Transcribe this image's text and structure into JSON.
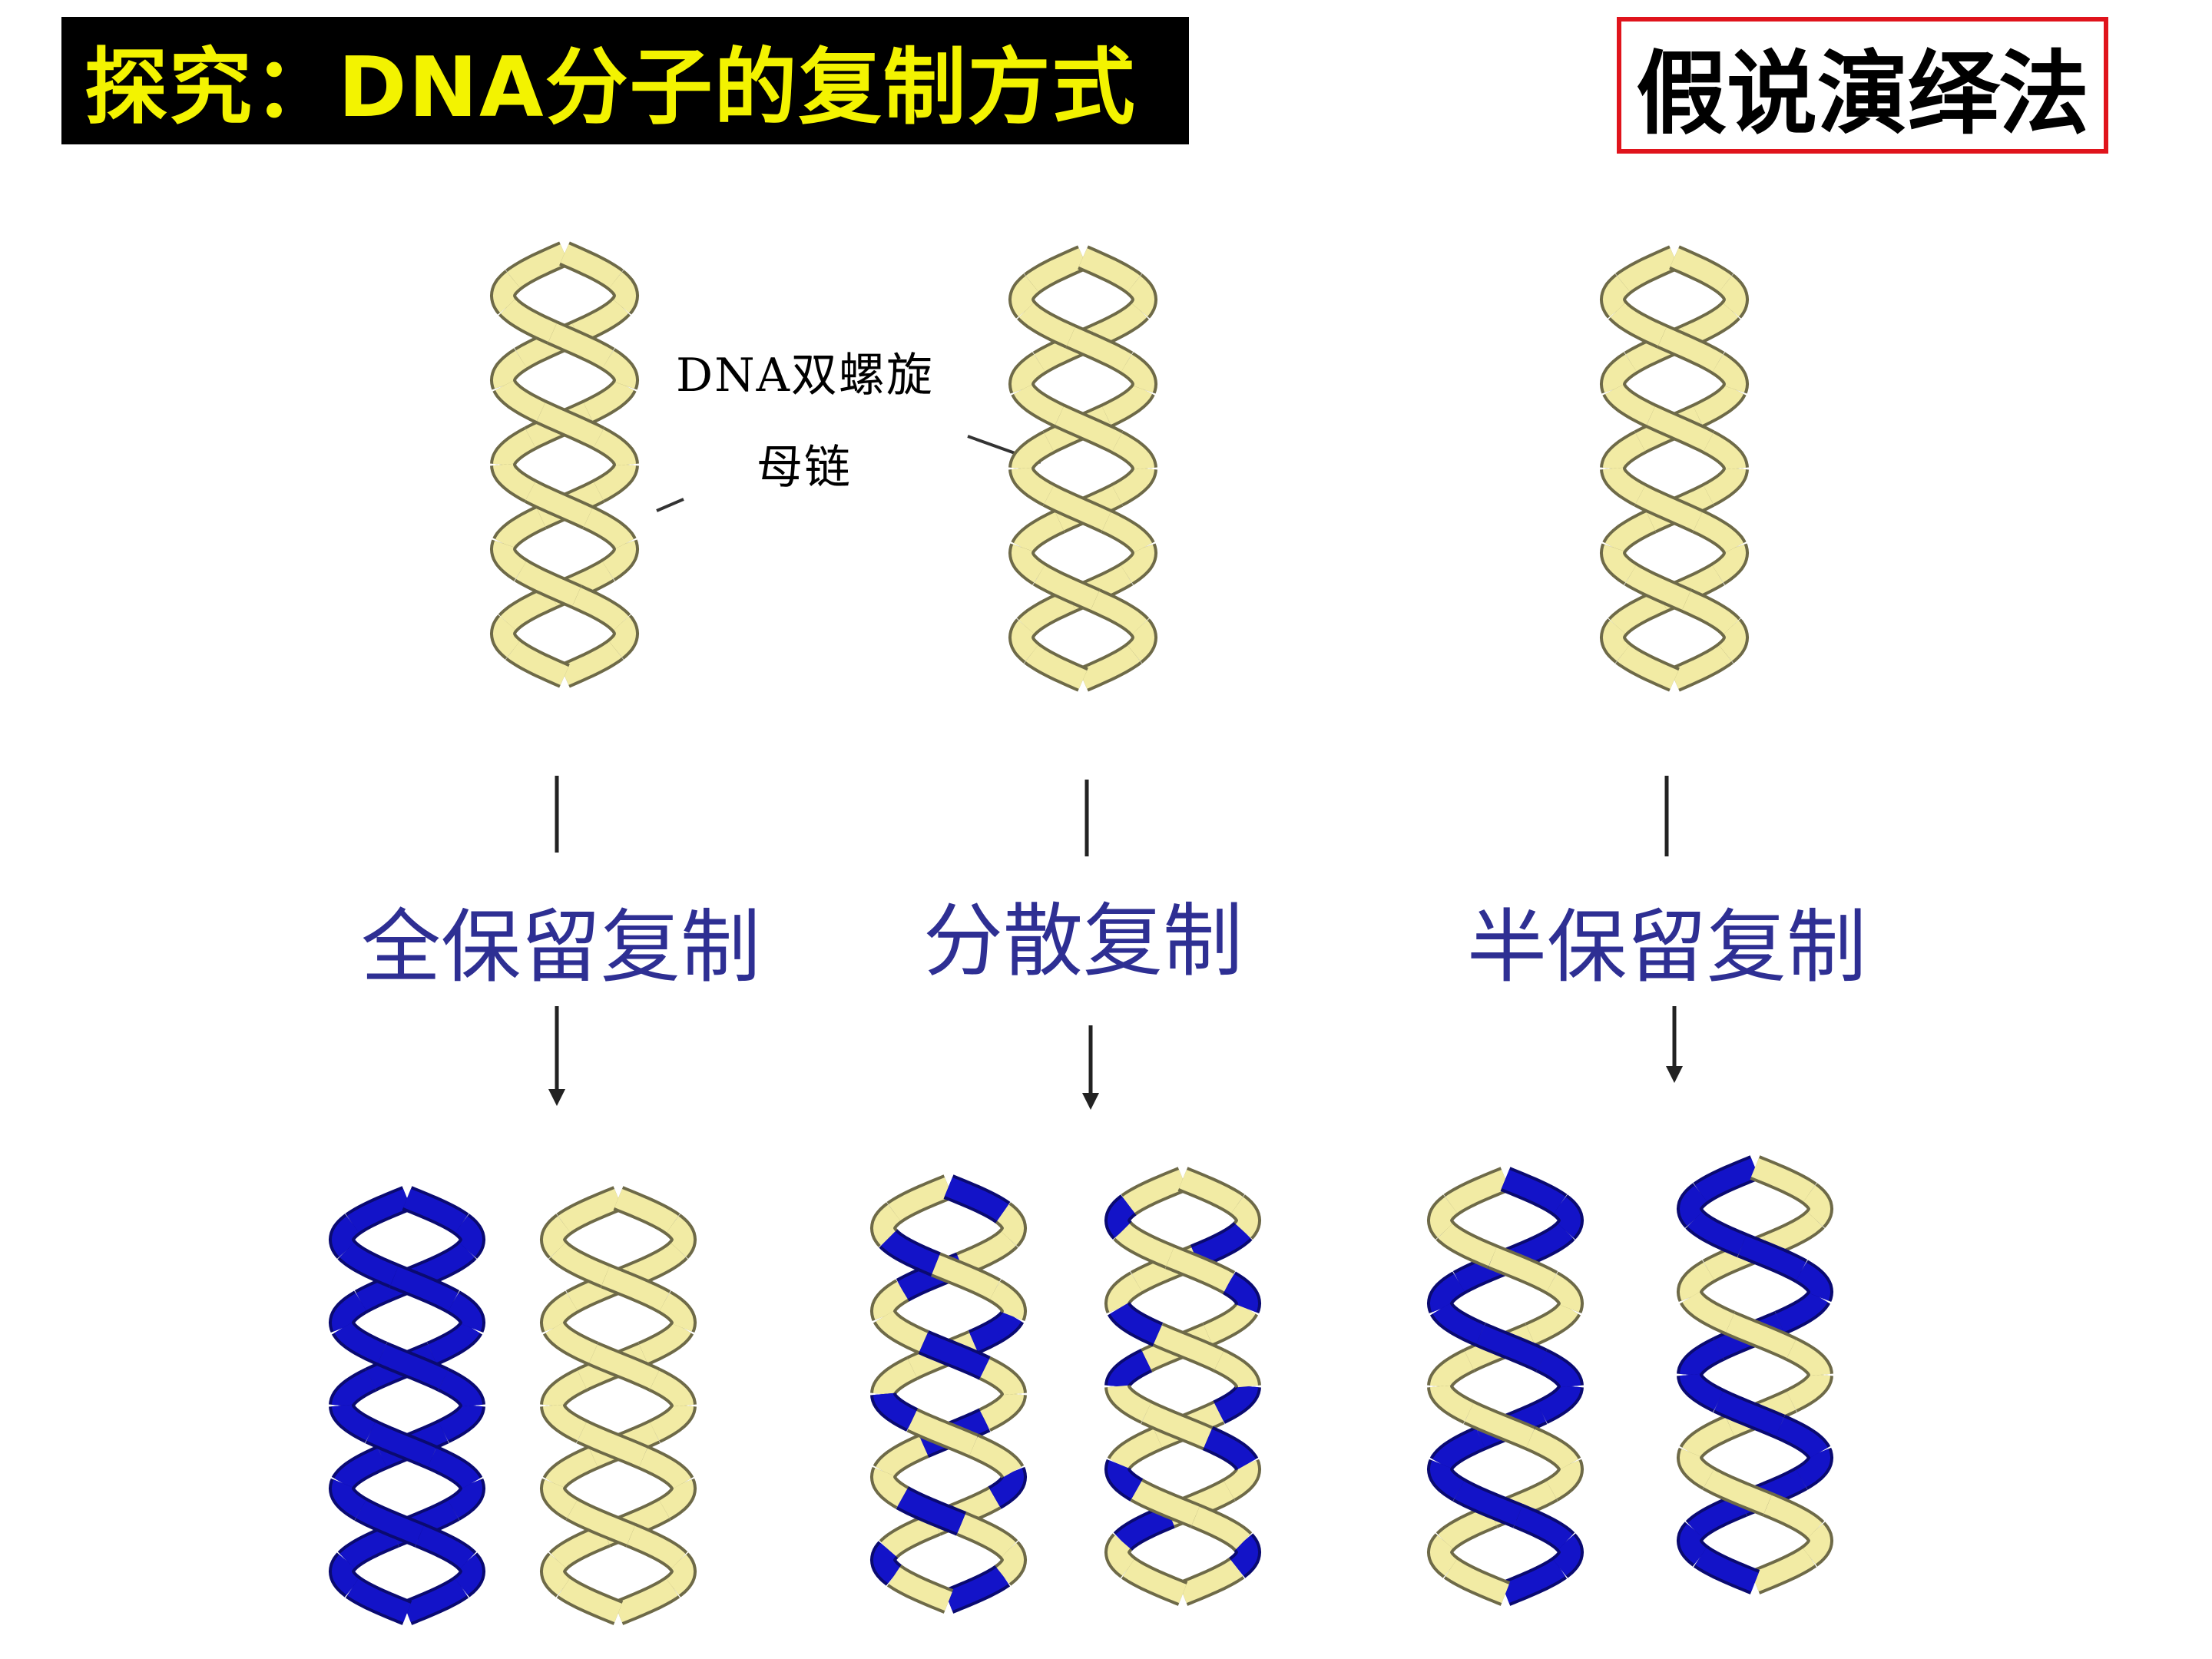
{
  "title": "探究：DNA分子的复制方式",
  "method": "假说演绎法",
  "annotations": {
    "helix_label": "DNA双螺旋",
    "parent_strand_label": "母链"
  },
  "modes": [
    {
      "label": "全保留复制"
    },
    {
      "label": "分散复制"
    },
    {
      "label": "半保留复制"
    }
  ],
  "colors": {
    "title_bg": "#000000",
    "title_text": "#f3f300",
    "method_border": "#e0141c",
    "parent_strand": "#f2eba4",
    "parent_strand_edge": "#6e6a48",
    "new_strand": "#1313c8",
    "mode_label": "#2e2f93"
  }
}
